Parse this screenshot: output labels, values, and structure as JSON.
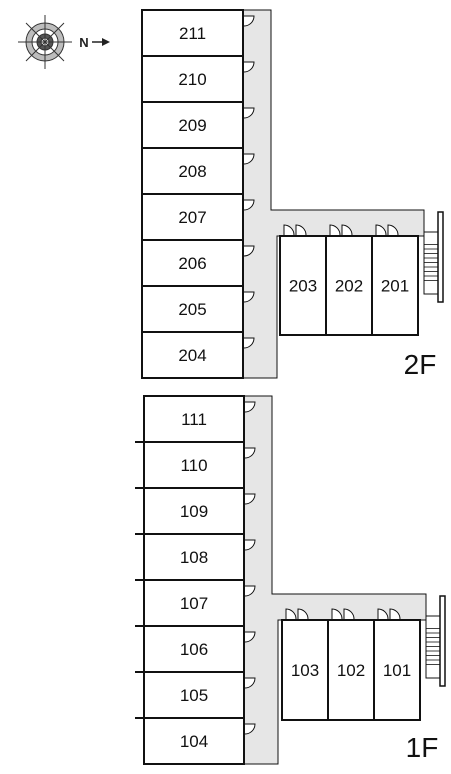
{
  "compass": {
    "north_label": "N"
  },
  "floor2": {
    "label": "2F",
    "west_rooms": [
      "211",
      "210",
      "209",
      "208",
      "207",
      "206",
      "205",
      "204"
    ],
    "east_rooms": [
      "203",
      "202",
      "201"
    ]
  },
  "floor1": {
    "label": "1F",
    "west_rooms": [
      "111",
      "110",
      "109",
      "108",
      "107",
      "106",
      "105",
      "104"
    ],
    "east_rooms": [
      "103",
      "102",
      "101"
    ]
  },
  "colors": {
    "line": "#111111",
    "corridor": "#e6e6e6",
    "background": "#ffffff"
  }
}
